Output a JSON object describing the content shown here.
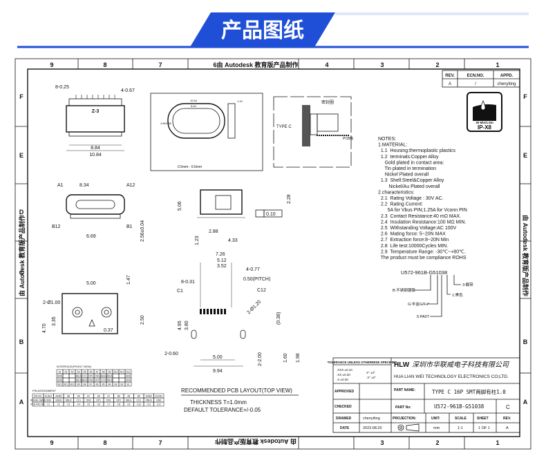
{
  "header": {
    "title": "产品图纸",
    "accent": "#1f4fd6"
  },
  "frame": {
    "columns": [
      "9",
      "8",
      "7",
      "6",
      "4",
      "3",
      "2",
      "1"
    ],
    "rows": [
      "F",
      "E",
      "D",
      "C",
      "B",
      "A"
    ],
    "watermark": "由 Autodesk 教育版产品制作",
    "top_label": "6由 Autodesk 教育版产品制作"
  },
  "revision": {
    "headers": [
      "REV.",
      "ECN.NO.",
      "APPD."
    ],
    "values": [
      "A",
      "/",
      "chenyiting"
    ]
  },
  "ip_badge": {
    "depth": "30 Min/1.5m",
    "rating": "IP-X8"
  },
  "seal": {
    "type_label": "TYPE C",
    "seal_label": "密封圈",
    "pcb_label": "PCB板",
    "dims": [
      "10.64",
      "8.64",
      "1.20",
      "4.86",
      "2.86"
    ],
    "notes": [
      "0.5mm - 0.6mm"
    ]
  },
  "notes": [
    "NOTES:",
    "1.MATERIAL:",
    "  1.1  Housing:thermoplastic plastics",
    "  1.2  terminals:Copper Alloy",
    "     Gold plated in contact area:",
    "     Tin plated in termination",
    "     Nickel Plated overall",
    "  1.3  Shell:Steel&Copper Alloy",
    "        Nickel/Au Plated overall",
    "2.characteristics:",
    "  2.1  Rating Voltage : 30V AC.",
    "  2.2  Rating Current:",
    "       5A for Vbus PIN;1.25A for Vconn PIN",
    "  2.3  Contact Resistance:40 mΩ MAX.",
    "  2.4  Insulation Resistance:100 MΩ MIN.",
    "  2.5  Withstanding Voltage:AC 100V",
    "  2.6  Mating force: 5~20N MAX",
    "  2.7  Extraction force:8~20N Min",
    "  2.8  Life test:10000Cycles MIN.",
    "  2.9  Temperature Range: -30℃~+80℃.",
    "  The product must be compliance ROHS"
  ],
  "part_code": {
    "code": "U572-961B-G51038",
    "legend": [
      "3:载带",
      "B:不锈钢镀镍",
      "1:黑色",
      "G:半金G/Fu\"",
      "5:PA9T"
    ]
  },
  "dims": [
    "8-0.25",
    "4-0.67",
    "Z-3",
    "8.84",
    "10.84",
    "8.34",
    "A1",
    "A12",
    "B12",
    "B1",
    "6.69",
    "2.56±0.04",
    "5.06",
    "2.28",
    "0.10",
    "2.88",
    "1.23",
    "4.33",
    "7.26",
    "5.12",
    "3.52",
    "4-0.77",
    "8-0.31",
    "0.50(PITCH)",
    "C1",
    "C12",
    "2-Ø1.20",
    "5.00",
    "1.47",
    "2-Ø1.00",
    "3.35",
    "4.70",
    "0.37",
    "2.50",
    "4.95",
    "3.80",
    "(0.38)",
    "2-0.60",
    "5.00",
    "9.94",
    "2-2.00",
    "1.60",
    "1.98"
  ],
  "pcb_layout": {
    "title": "RECOMMENDED PCB LAYOUT(TOP VIEW)",
    "thickness": "THICKNESS T=1.0mm",
    "tolerance": "DEFAULT TOLERANCE+/-0.05"
  },
  "interface_table": {
    "title": "INTERFACE(FRONT VIEW)",
    "rows": [
      [
        "A1",
        "A2",
        "A3",
        "A4",
        "A5",
        "A6",
        "A7",
        "A8",
        "A9",
        "A10",
        "A11",
        "A12"
      ],
      [
        "GND",
        "",
        "",
        "VBUS",
        "CC1",
        "DP1",
        "DN1",
        "SBU1",
        "VBUS",
        "",
        "",
        "GND"
      ],
      [
        "GND",
        "",
        "",
        "VBUS",
        "SBU2",
        "DN2",
        "DP2",
        "CC2",
        "VBUS",
        "",
        "",
        "GND"
      ],
      [
        "B12",
        "B11",
        "B10",
        "B9",
        "B8",
        "B7",
        "B6",
        "B5",
        "B4",
        "B3",
        "B2",
        "B1"
      ]
    ]
  },
  "pin_table": {
    "title": "PIN ASSIGNMENT",
    "rows": [
      [
        "PIN NO.",
        "A1/B12",
        "A4/B9",
        "B8",
        "A5",
        "B7",
        "A6",
        "A7",
        "B6",
        "A8",
        "B5",
        "A9/B4",
        "A12/B1"
      ],
      [
        "SIGNAL NAME",
        "GND",
        "VBUS",
        "SBU2",
        "CC1",
        "DN2",
        "DP1",
        "DN1",
        "DP2",
        "SBU1",
        "CC2",
        "VBUS",
        "GND"
      ],
      [
        "PCB PAD NO.",
        "C1",
        "C2",
        "C3",
        "C4",
        "C5",
        "C6",
        "C7",
        "C8",
        "C9",
        "C10",
        "C11",
        "C12"
      ]
    ]
  },
  "title_block": {
    "tolerance_title": "TOLERANCE UNLESS OTHERWISE SPECIFIED",
    "tolerances": [
      ".XXX ±0.10",
      ".XX ±0.20",
      ".X ±0.30",
      "X° ±3°",
      ".X° ±2°"
    ],
    "logo": "HLW",
    "company_cn": "深圳市华联威电子科技有限公司",
    "company_en": "HUA LIAN WEI TECHNOLOGY ELECTRONICS CO;LTD.",
    "approved_label": "APPROVED",
    "checked_label": "CHECKED",
    "drawed_label": "DRAWED",
    "drawed_value": "chenyiting",
    "date_label": "DATE",
    "date_value": "2023.08.20",
    "part_name_label": "PART NAME:",
    "part_name": "TYPE C 16P SMT两脚有柱1.0",
    "part_no_label": "PART No:",
    "part_no": "U572-961B-G51038",
    "part_rev": "C",
    "projection_label": "PROJECTION:",
    "unit_label": "UNIT:",
    "unit": "mm",
    "scale_label": "SCALE",
    "scale": "1:1",
    "sheet_label": "SHEET",
    "sheet": "1 OF 1",
    "rev_label": "REV.",
    "rev": "A"
  }
}
